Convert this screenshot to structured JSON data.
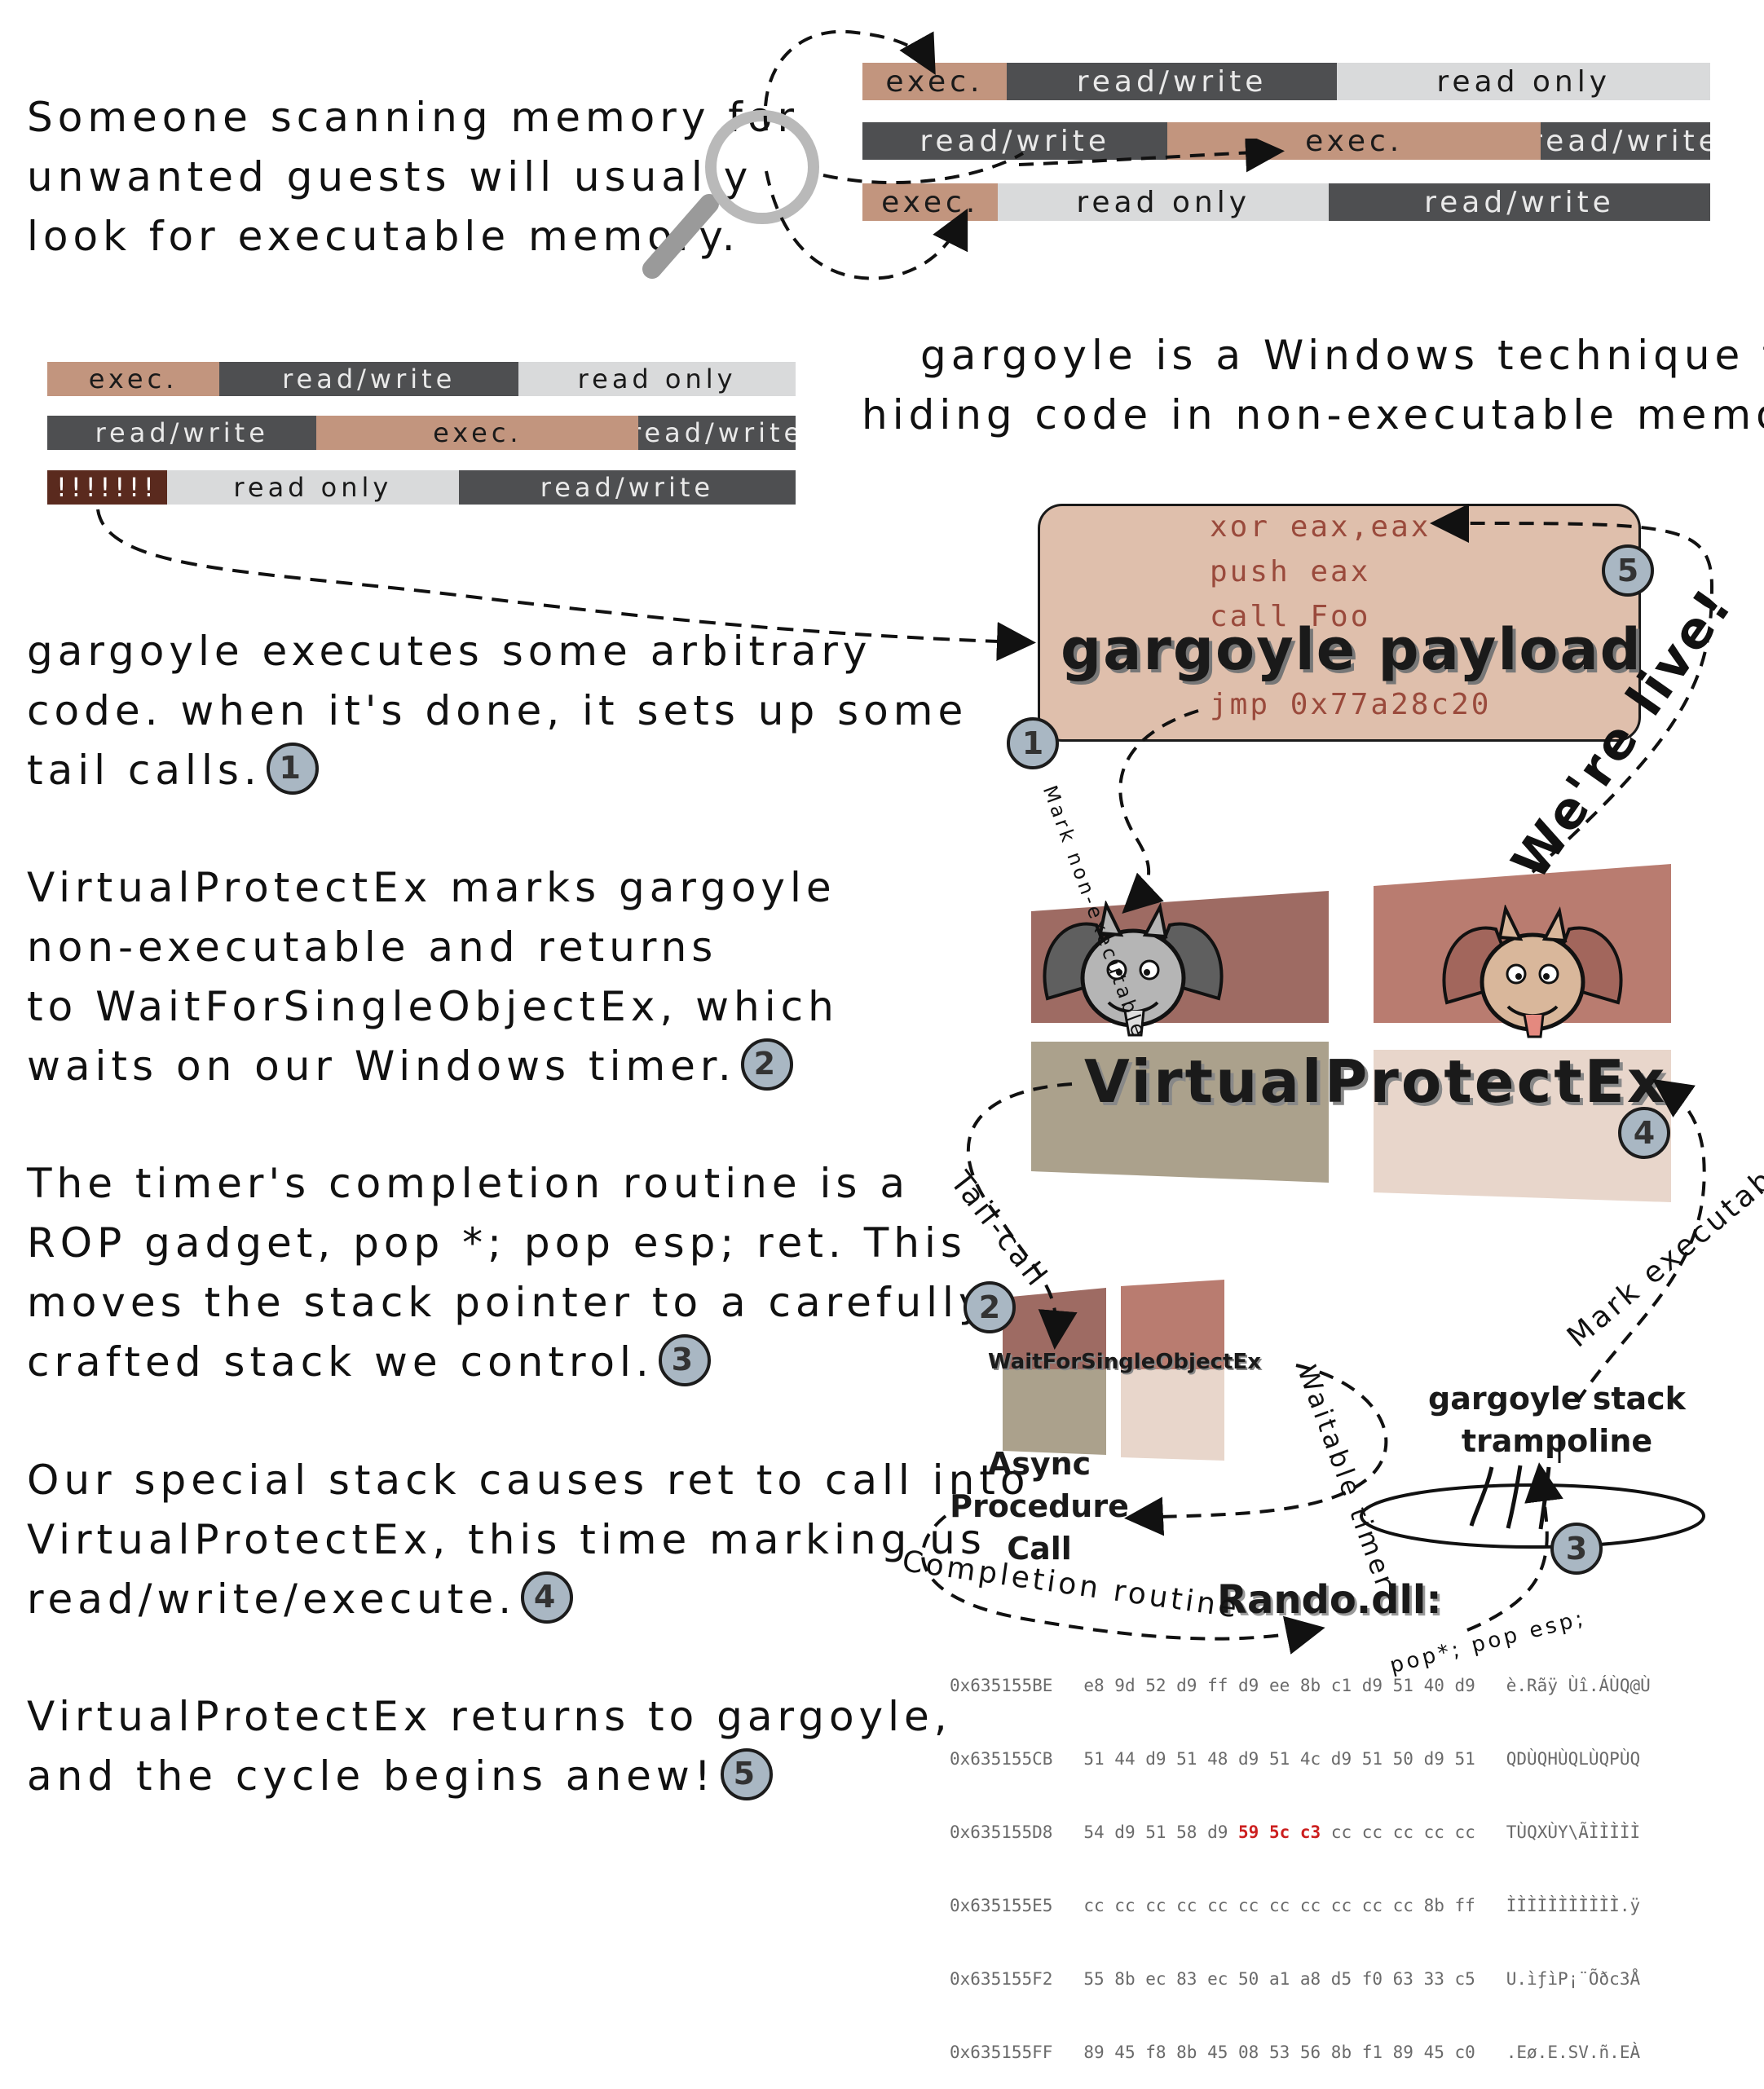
{
  "intro": {
    "lines": [
      "Someone scanning memory for",
      "unwanted guests will usually",
      "look for executable memory."
    ]
  },
  "technique": {
    "lines": [
      "gargoyle is a Windows technique for",
      "hiding code in non-executable memory."
    ]
  },
  "top_memory": {
    "rows": [
      [
        {
          "label": "exec.",
          "type": "exec",
          "w": 0.17
        },
        {
          "label": "read/write",
          "type": "rw",
          "w": 0.39
        },
        {
          "label": "read only",
          "type": "ro",
          "w": 0.44
        }
      ],
      [
        {
          "label": "read/write",
          "type": "rw",
          "w": 0.36
        },
        {
          "label": "exec.",
          "type": "exec",
          "w": 0.44
        },
        {
          "label": "read/write",
          "type": "rw",
          "w": 0.2
        }
      ],
      [
        {
          "label": "exec.",
          "type": "exec",
          "w": 0.16
        },
        {
          "label": "read only",
          "type": "ro",
          "w": 0.39
        },
        {
          "label": "read/write",
          "type": "rw",
          "w": 0.45
        }
      ]
    ]
  },
  "left_memory": {
    "rows": [
      [
        {
          "label": "exec.",
          "type": "exec",
          "w": 0.23
        },
        {
          "label": "read/write",
          "type": "rw",
          "w": 0.4
        },
        {
          "label": "read only",
          "type": "ro",
          "w": 0.37
        }
      ],
      [
        {
          "label": "read/write",
          "type": "rw",
          "w": 0.36
        },
        {
          "label": "exec.",
          "type": "exec",
          "w": 0.43
        },
        {
          "label": "read/write",
          "type": "rw",
          "w": 0.21
        }
      ],
      [
        {
          "label": "!!!!!!!",
          "type": "hidden",
          "w": 0.16
        },
        {
          "label": "read only",
          "type": "ro",
          "w": 0.39
        },
        {
          "label": "read/write",
          "type": "rw",
          "w": 0.45
        }
      ]
    ]
  },
  "steps": [
    {
      "lines": [
        "gargoyle executes some arbitrary",
        "code. when it's done, it sets up some",
        "tail calls."
      ],
      "badge": "1"
    },
    {
      "lines": [
        "VirtualProtectEx marks gargoyle",
        "non-executable and returns",
        "to WaitForSingleObjectEx, which",
        "waits on our Windows timer."
      ],
      "badge": "2"
    },
    {
      "lines": [
        "The timer's completion routine is  a",
        "ROP gadget, pop *; pop esp; ret. This",
        "moves the stack pointer to a carefully",
        "crafted stack we control."
      ],
      "badge": "3"
    },
    {
      "lines": [
        "Our special stack causes ret to call into",
        "VirtualProtectEx, this time marking us",
        "read/write/execute."
      ],
      "badge": "4"
    },
    {
      "lines": [
        "VirtualProtectEx returns to gargoyle,",
        "and the cycle begins anew!"
      ],
      "badge": "5"
    }
  ],
  "payload": {
    "code": [
      "xor eax,eax",
      "push eax",
      "call Foo"
    ],
    "title": "gargoyle payload",
    "jmp": "jmp 0x77a28c20"
  },
  "diagram": {
    "virtualprotect_title": "VirtualProtectEx",
    "wait_title": "WaitForSingleObjectEx",
    "apc_label": [
      "Async",
      "Procedure",
      "Call"
    ],
    "trampoline_label": [
      "gargoyle stack",
      "trampoline"
    ],
    "dll_label": "Rando.dll:",
    "arrows": {
      "mark_non_exec": "Mark non-executable",
      "were_live": "We're live!",
      "tail_call": "Tail-call",
      "mark_exec": "Mark executable",
      "waitable_timer": "Waitable timer",
      "completion_routine": "Completion routine",
      "pop_pop_esp": "pop*; pop esp;"
    },
    "badges": [
      "1",
      "2",
      "3",
      "4",
      "5"
    ]
  },
  "hexdump": {
    "rows": [
      {
        "addr": "0x635155BE",
        "bytes": "e8 9d 52 d9 ff d9 ee 8b c1 d9 51 40 d9",
        "ascii": "è.Rãÿ Ùî.ÁÙQ@Ù"
      },
      {
        "addr": "0x635155CB",
        "bytes": "51 44 d9 51 48 d9 51 4c d9 51 50 d9 51",
        "ascii": "QDÙQHÙQLÙQPÙQ"
      },
      {
        "addr": "0x635155D8",
        "bytes_pre": "54 d9 51 58 d9 ",
        "bytes_red": "59 5c c3",
        "bytes_post": " cc cc cc cc cc",
        "ascii": "TÙQXÙY\\ÃÌÌÌÌÌ"
      },
      {
        "addr": "0x635155E5",
        "bytes": "cc cc cc cc cc cc cc cc cc cc cc 8b ff",
        "ascii": "ÌÌÌÌÌÌÌÌÌÌÌ.ÿ"
      },
      {
        "addr": "0x635155F2",
        "bytes": "55 8b ec 83 ec 50 a1 a8 d5 f0 63 33 c5",
        "ascii": "U.ìƒìP¡¨Õðc3Å"
      },
      {
        "addr": "0x635155FF",
        "bytes": "89 45 f8 8b 45 08 53 56 8b f1 89 45 c0",
        "ascii": ".Eø.E.SV.ñ.EÀ"
      }
    ]
  },
  "colors": {
    "exec": "#c2957e",
    "rw": "#4e4f51",
    "ro": "#d9dadb",
    "hidden": "#5a2a1e",
    "payload_bg": "#dfbfac",
    "badge": "#a9b7c3",
    "win_tl": "#9e6b63",
    "win_tr": "#b97c70",
    "win_bl": "#aba18c",
    "win_br": "#e8d6cb"
  }
}
